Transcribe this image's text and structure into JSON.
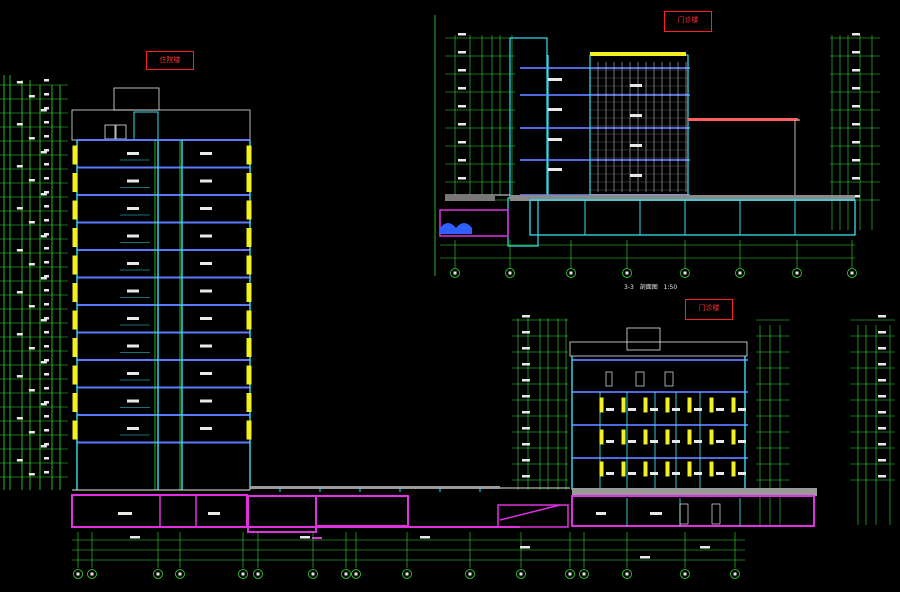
{
  "labels": {
    "tag_inpatient": "住院楼",
    "tag_outpatient_top": "门诊楼",
    "tag_outpatient_bottom": "门诊楼",
    "section_title": "3-3",
    "section_suffix": "剖面图",
    "scale": "1:50"
  },
  "colors": {
    "background": "#000000",
    "wall_cyan": "#33e0ee",
    "floor_blue": "#5c78ff",
    "structure_magenta": "#e030e0",
    "column_yellow": "#f2f020",
    "dimension_green": "#30e030",
    "text_white": "#e8e8e8",
    "tag_red": "#ff2020"
  }
}
